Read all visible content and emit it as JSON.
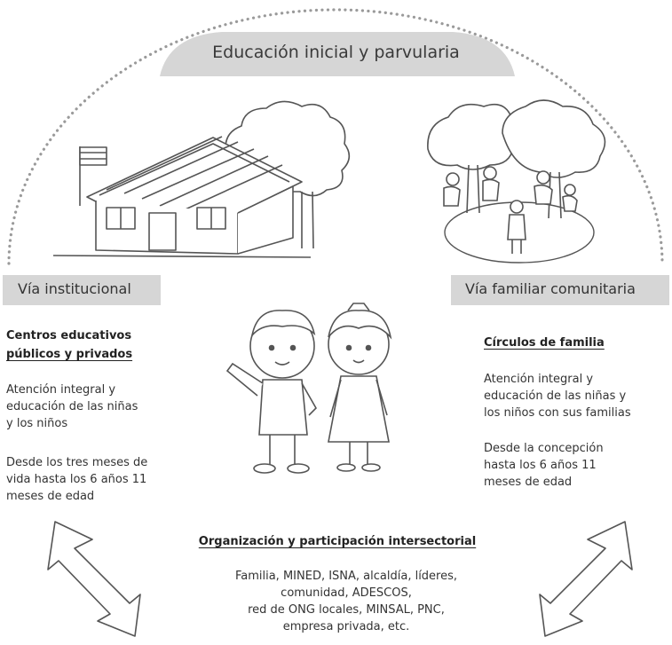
{
  "title": "Educación inicial y parvularia",
  "left": {
    "tab": "Vía institucional",
    "heading_line1": "Centros educativos",
    "heading_line2": "públicos y privados",
    "desc_line1": "Atención integral y",
    "desc_line2": "educación de las niñas",
    "desc_line3": "y los niños",
    "age_line1": "Desde los tres meses de",
    "age_line2": "vida hasta los 6 años 11",
    "age_line3": "meses de edad"
  },
  "right": {
    "tab": "Vía familiar comunitaria",
    "heading": "Círculos de familia",
    "desc_line1": "Atención integral y",
    "desc_line2": "educación de las niñas  y",
    "desc_line3": "los niños con sus familias",
    "age_line1": "Desde la concepción",
    "age_line2": "hasta los 6 años 11",
    "age_line3": "meses de edad"
  },
  "bottom": {
    "heading": "Organización y participación intersectorial",
    "line1": "Familia, MINED, ISNA, alcaldía, líderes,",
    "line2": "comunidad, ADESCOS,",
    "line3": "red de ONG locales, MINSAL, PNC,",
    "line4": "empresa privada, etc."
  },
  "colors": {
    "tab_fill": "#d6d6d6",
    "dots": "#9a9a9a",
    "line_art": "#555555"
  },
  "icons": [
    "house-illustration",
    "family-circle-illustration",
    "children-illustration",
    "left-double-arrow-icon",
    "right-double-arrow-icon"
  ]
}
